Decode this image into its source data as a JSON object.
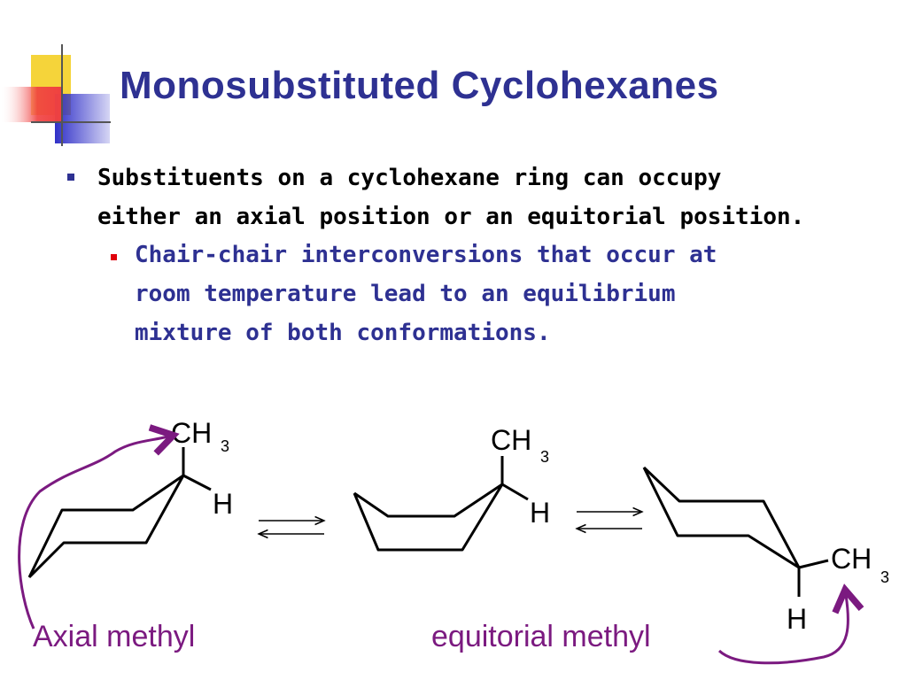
{
  "slide": {
    "title": "Monosubstituted Cyclohexanes",
    "bullets": [
      {
        "lines": [
          "Substituents on a cyclohexane ring can occupy",
          "either an axial position or an equitorial position."
        ]
      },
      {
        "lines": [
          "Chair-chair interconversions that occur at",
          "room temperature lead to an equilibrium",
          "mixture of both conformations."
        ]
      }
    ]
  },
  "diagram": {
    "molecule1": {
      "group": "CH",
      "subscript": "3",
      "h": "H"
    },
    "molecule2": {
      "group": "CH",
      "subscript": "3",
      "h": "H"
    },
    "molecule3": {
      "group": "CH",
      "subscript": "3",
      "h": "H"
    },
    "captions": {
      "axial": "Axial methyl",
      "equatorial": "equitorial methyl"
    }
  },
  "colors": {
    "title": "#2e3192",
    "subbullet_text": "#2e3192",
    "caption": "#7b1a80",
    "arrow_curve": "#7b1a80",
    "deco_yellow": "#f5d43a",
    "deco_red": "#f04040",
    "deco_blue": "#3030c8"
  }
}
